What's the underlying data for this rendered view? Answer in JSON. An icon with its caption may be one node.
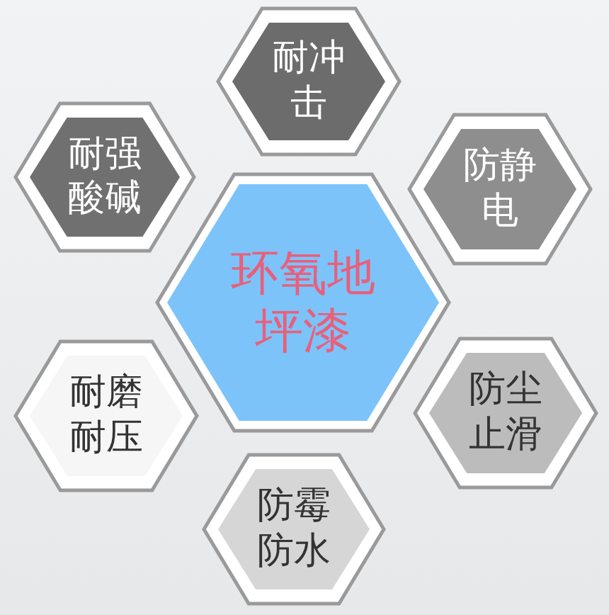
{
  "diagram": {
    "nodes": [
      {
        "text": [
          "耐冲击"
        ]
      },
      {
        "text": [
          "耐强酸碱"
        ]
      },
      {
        "text": [
          "防静电"
        ]
      },
      {
        "text": [
          "环氧地坪漆"
        ]
      },
      {
        "text": [
          "耐磨耐压"
        ]
      },
      {
        "text": [
          "防尘止滑"
        ]
      },
      {
        "text": [
          "防霉防水"
        ]
      }
    ]
  }
}
